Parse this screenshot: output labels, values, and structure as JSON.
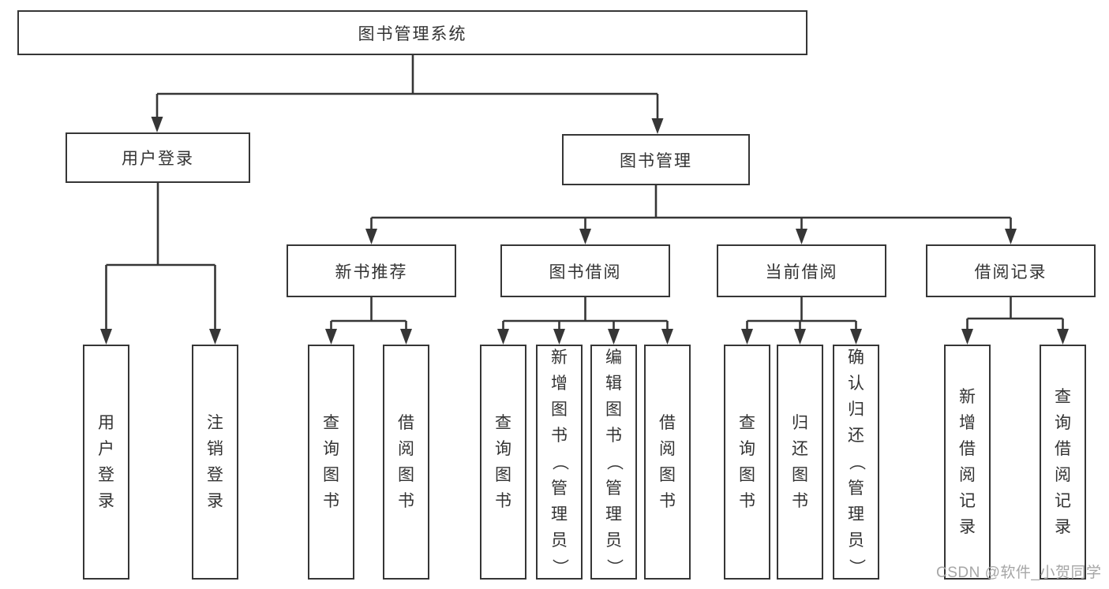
{
  "tree": {
    "label": "图书管理系统",
    "children": [
      {
        "label": "用户登录",
        "children": [
          {
            "label": "用户登录"
          },
          {
            "label": "注销登录"
          }
        ]
      },
      {
        "label": "图书管理",
        "children": [
          {
            "label": "新书推荐",
            "children": [
              {
                "label": "查询图书"
              },
              {
                "label": "借阅图书"
              }
            ]
          },
          {
            "label": "图书借阅",
            "children": [
              {
                "label": "查询图书"
              },
              {
                "label": "新增图书（管理员）"
              },
              {
                "label": "编辑图书（管理员）"
              },
              {
                "label": "借阅图书"
              }
            ]
          },
          {
            "label": "当前借阅",
            "children": [
              {
                "label": "查询图书"
              },
              {
                "label": "归还图书"
              },
              {
                "label": "确认归还（管理员）"
              }
            ]
          },
          {
            "label": "借阅记录",
            "children": [
              {
                "label": "新增借阅记录"
              },
              {
                "label": "查询借阅记录"
              }
            ]
          }
        ]
      }
    ]
  },
  "watermark": {
    "text": "CSDN @软件_小贺同学"
  },
  "colors": {
    "line": "#363636",
    "text": "#333333",
    "box_fill": "#ffffff",
    "watermark": "#a6a6a6",
    "background": "#ffffff"
  }
}
